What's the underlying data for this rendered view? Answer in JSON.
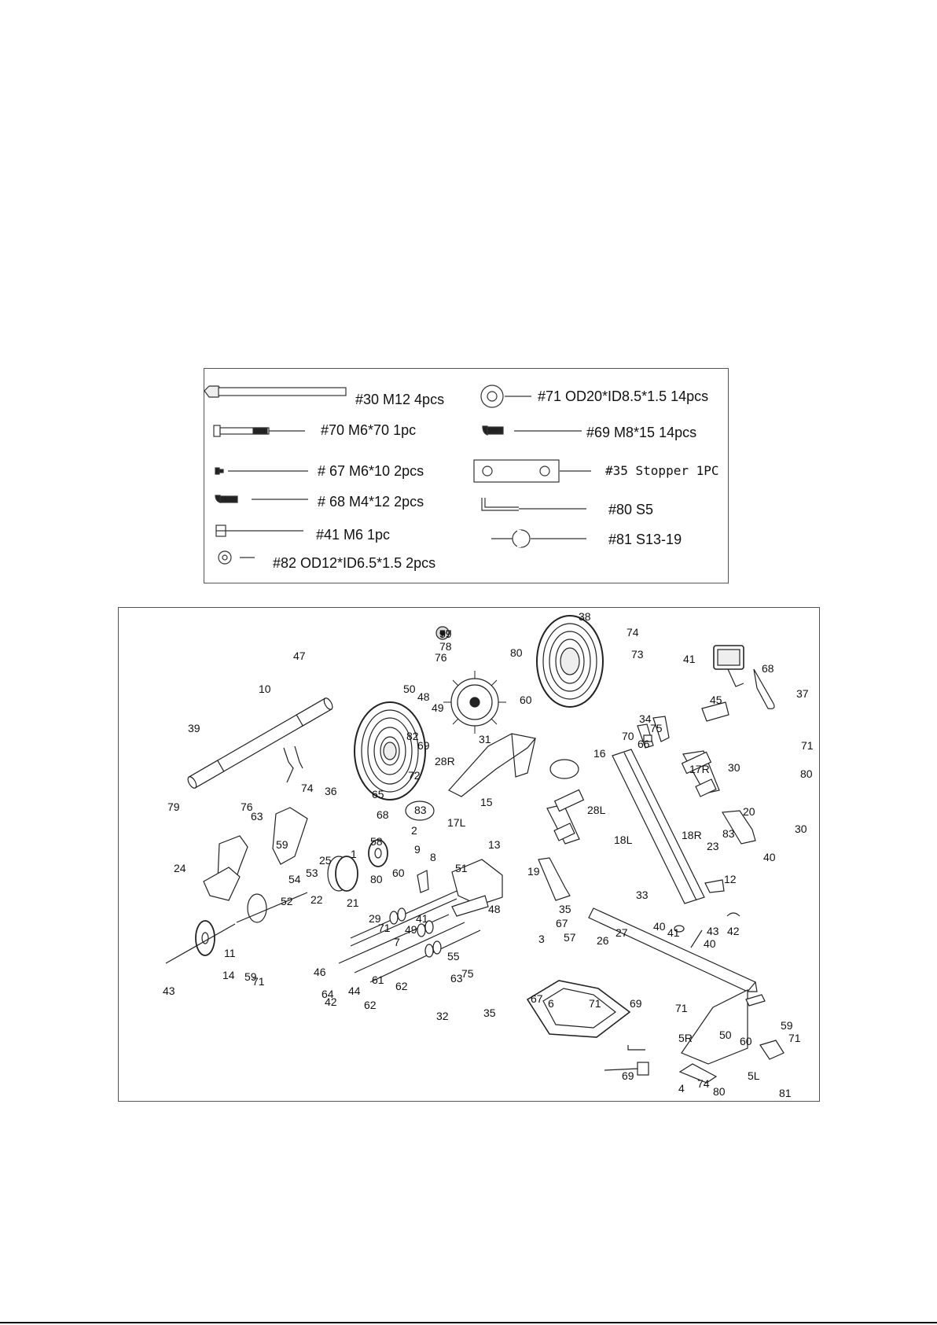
{
  "hardware": [
    {
      "id": "hw-30",
      "text": "#30  M12  4pcs",
      "mono": false
    },
    {
      "id": "hw-70",
      "text": "#70   M6*70  1pc",
      "mono": false
    },
    {
      "id": "hw-67",
      "text": "# 67 M6*10  2pcs",
      "mono": false
    },
    {
      "id": "hw-68",
      "text": "# 68  M4*12  2pcs",
      "mono": false
    },
    {
      "id": "hw-41",
      "text": "#41   M6  1pc",
      "mono": false
    },
    {
      "id": "hw-82",
      "text": "#82 OD12*ID6.5*1.5  2pcs",
      "mono": false
    },
    {
      "id": "hw-71",
      "text": "#71 OD20*ID8.5*1.5  14pcs",
      "mono": false
    },
    {
      "id": "hw-69",
      "text": "#69 M8*15    14pcs",
      "mono": false
    },
    {
      "id": "hw-35",
      "text": "#35 Stopper 1PC",
      "mono": true
    },
    {
      "id": "hw-80",
      "text": "#80    S5",
      "mono": false
    },
    {
      "id": "hw-81",
      "text": "#81    S13-19",
      "mono": false
    }
  ],
  "part_numbers": [
    "77",
    "78",
    "76",
    "80",
    "60",
    "38",
    "74",
    "73",
    "41",
    "68",
    "37",
    "47",
    "10",
    "39",
    "50",
    "31",
    "48",
    "49",
    "82",
    "66",
    "70",
    "34",
    "75",
    "45",
    "71",
    "69",
    "28R",
    "16",
    "17R",
    "30",
    "80",
    "74",
    "36",
    "65",
    "72",
    "76",
    "79",
    "63",
    "83",
    "15",
    "2",
    "28L",
    "68",
    "17L",
    "58",
    "59",
    "24",
    "25",
    "1",
    "18R",
    "83",
    "30",
    "18L",
    "23",
    "19",
    "20",
    "12",
    "40",
    "80",
    "60",
    "9",
    "8",
    "51",
    "13",
    "53",
    "54",
    "52",
    "22",
    "21",
    "29",
    "71",
    "7",
    "41",
    "49",
    "48",
    "35",
    "67",
    "3",
    "33",
    "40",
    "41",
    "42",
    "43",
    "40",
    "27",
    "26",
    "57",
    "55",
    "75",
    "63",
    "62",
    "61",
    "44",
    "46",
    "42",
    "14",
    "11",
    "43",
    "59",
    "71",
    "64",
    "62",
    "32",
    "35",
    "67",
    "6",
    "71",
    "69",
    "71",
    "5R",
    "50",
    "60",
    "59",
    "71",
    "74",
    "80",
    "4",
    "69",
    "81",
    "5L",
    "59"
  ]
}
